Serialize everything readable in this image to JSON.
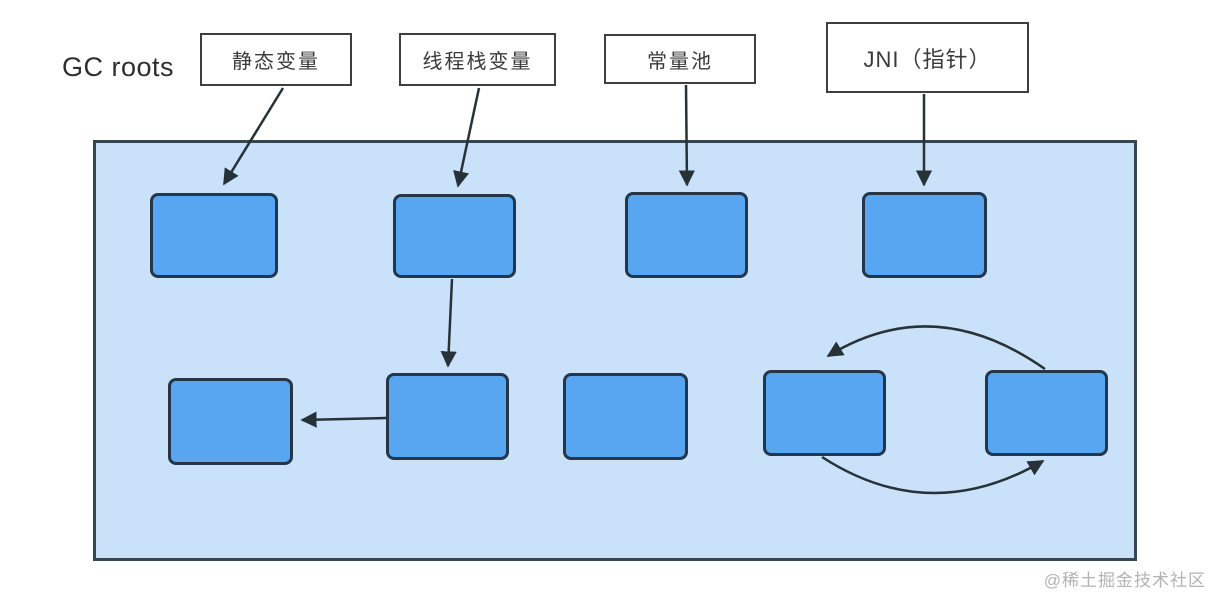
{
  "diagram": {
    "title": "GC roots reachability diagram",
    "gc_roots_label": "GC roots",
    "root_nodes": [
      {
        "id": "static-vars",
        "label": "静态变量"
      },
      {
        "id": "thread-stack-vars",
        "label": "线程栈变量"
      },
      {
        "id": "constant-pool",
        "label": "常量池"
      },
      {
        "id": "jni-pointer",
        "label": "JNI（指针）"
      }
    ],
    "heap_objects_count": 9,
    "arrows": [
      {
        "from": "static-vars",
        "to": "heap-object-1",
        "style": "straight"
      },
      {
        "from": "thread-stack-vars",
        "to": "heap-object-2",
        "style": "straight"
      },
      {
        "from": "constant-pool",
        "to": "heap-object-3",
        "style": "straight"
      },
      {
        "from": "jni-pointer",
        "to": "heap-object-4",
        "style": "straight"
      },
      {
        "from": "heap-object-2",
        "to": "heap-object-6",
        "style": "straight"
      },
      {
        "from": "heap-object-6",
        "to": "heap-object-5",
        "style": "straight"
      },
      {
        "from": "heap-object-9",
        "to": "heap-object-8",
        "style": "curved-top"
      },
      {
        "from": "heap-object-8",
        "to": "heap-object-9",
        "style": "curved-bottom"
      }
    ],
    "watermark": "@稀土掘金技术社区",
    "colors": {
      "heap_fill": "#cae1fa",
      "heap_border": "#37474f",
      "object_fill": "#58a6f2",
      "object_border": "#24364a",
      "root_box_fill": "#ffffff",
      "root_box_border": "#3f3f3f",
      "arrow": "#263238",
      "label_text": "#3a3a3a",
      "watermark_text": "#b3b3b3",
      "background": "#ffffff"
    }
  }
}
